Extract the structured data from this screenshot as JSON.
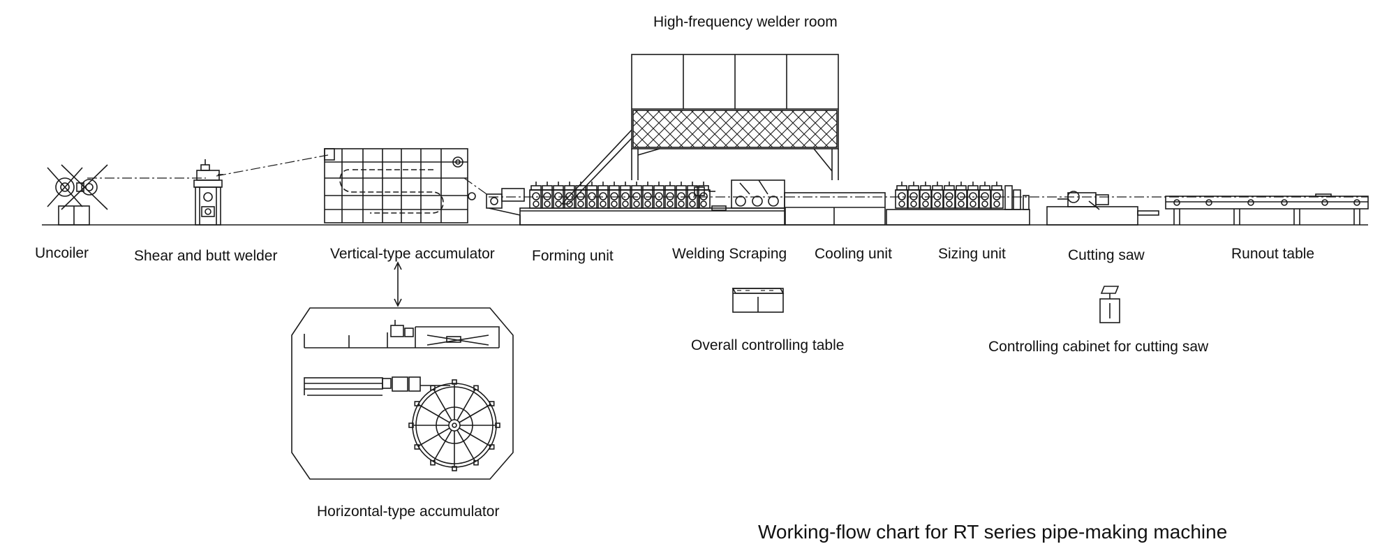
{
  "diagram": {
    "title": "Working-flow chart for RT series pipe-making machine",
    "welder_room_label": "High-frequency welder room",
    "stations": {
      "uncoiler": "Uncoiler",
      "shear_butt_welder": "Shear and butt welder",
      "vertical_accumulator": "Vertical-type accumulator",
      "forming_unit": "Forming unit",
      "welding_scraping": "Welding Scraping",
      "cooling_unit": "Cooling unit",
      "sizing_unit": "Sizing unit",
      "cutting_saw": "Cutting saw",
      "runout_table": "Runout table"
    },
    "auxiliary": {
      "overall_controlling_table": "Overall controlling table",
      "cutting_saw_cabinet": "Controlling cabinet for cutting saw",
      "horizontal_accumulator": "Horizontal-type accumulator"
    },
    "line_color": "#1a1a1a"
  }
}
